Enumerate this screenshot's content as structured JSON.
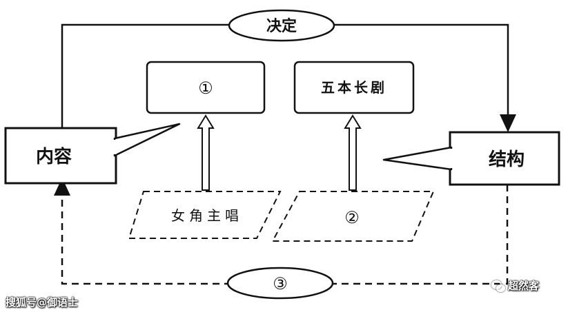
{
  "top_connector": {
    "label": "决定"
  },
  "bottom_connector": {
    "label": "③"
  },
  "content_box": {
    "label": "内容"
  },
  "structure_box": {
    "label": "结构"
  },
  "blank_box_1": {
    "label": "①"
  },
  "blank_box_2": {
    "label": "五本长剧"
  },
  "source_1": {
    "label": "女角主唱"
  },
  "source_2": {
    "label": "②"
  },
  "watermarks": {
    "left": "搜狐号@御语士",
    "right": "超然客"
  },
  "icons": [
    "wechat-icon"
  ]
}
